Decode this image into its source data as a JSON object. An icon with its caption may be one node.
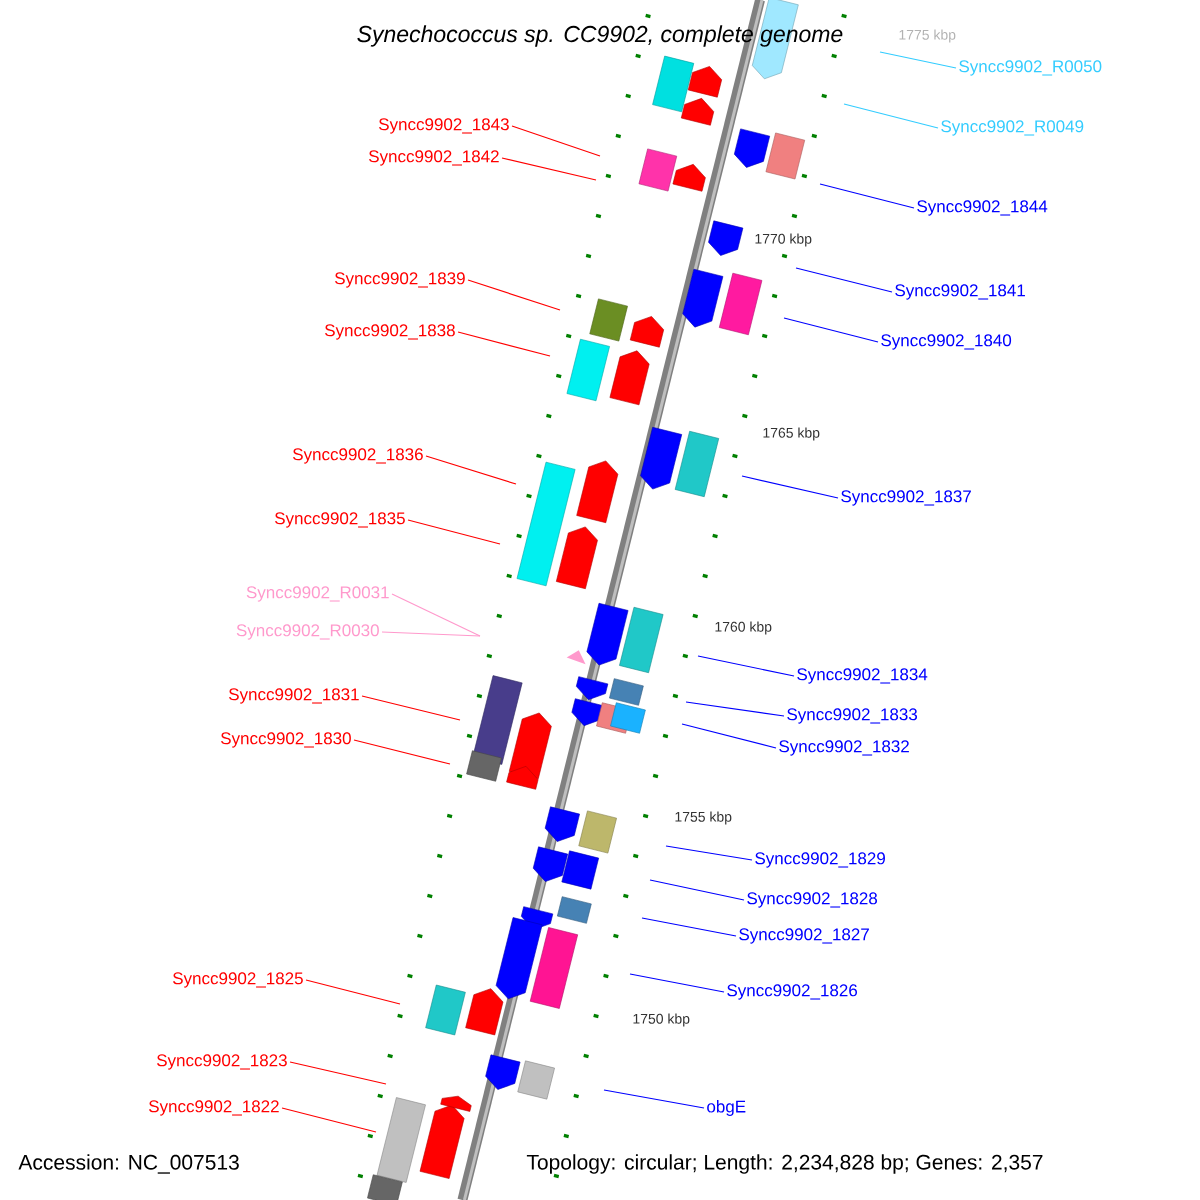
{
  "diagram": {
    "title": "Synechococcus sp. CC9902, complete genome",
    "nodes": [
      {
        "text": [
          "Syncc9902_R0050"
        ]
      },
      {
        "text": [
          "Syncc9902_1843"
        ]
      },
      {
        "text": [
          "Syncc9902_R0049"
        ]
      },
      {
        "text": [
          "Syncc9902_1842"
        ]
      },
      {
        "text": [
          "Syncc9902_1844"
        ]
      },
      {
        "text": [
          "Syncc9902_1839"
        ]
      },
      {
        "text": [
          "Syncc9902_1841"
        ]
      },
      {
        "text": [
          "Syncc9902_1838"
        ]
      },
      {
        "text": [
          "Syncc9902_1840"
        ]
      },
      {
        "text": [
          "Syncc9902_1836"
        ]
      },
      {
        "text": [
          "Syncc9902_1837"
        ]
      },
      {
        "text": [
          "Syncc9902_1835"
        ]
      },
      {
        "text": [
          "Syncc9902_R0031"
        ]
      },
      {
        "text": [
          "Syncc9902_R0030"
        ]
      },
      {
        "text": [
          "Syncc9902_1834"
        ]
      },
      {
        "text": [
          "Syncc9902_1831"
        ]
      },
      {
        "text": [
          "Syncc9902_1833"
        ]
      },
      {
        "text": [
          "Syncc9902_1830"
        ]
      },
      {
        "text": [
          "Syncc9902_1832"
        ]
      },
      {
        "text": [
          "Syncc9902_1829"
        ]
      },
      {
        "text": [
          "Syncc9902_1828"
        ]
      },
      {
        "text": [
          "Syncc9902_1827"
        ]
      },
      {
        "text": [
          "Syncc9902_1825"
        ]
      },
      {
        "text": [
          "Syncc9902_1826"
        ]
      },
      {
        "text": [
          "Syncc9902_1823"
        ]
      },
      {
        "text": [
          "Syncc9902_1822"
        ]
      },
      {
        "text": [
          "obgE"
        ]
      }
    ],
    "edges": [
      {
        "from": 0,
        "to": null,
        "arrow": "none",
        "color": "#33ccff"
      },
      {
        "from": 1,
        "to": null,
        "arrow": "none",
        "color": "#ff0000"
      },
      {
        "from": 2,
        "to": null,
        "arrow": "none",
        "color": "#33ccff"
      },
      {
        "from": 3,
        "to": null,
        "arrow": "none",
        "color": "#ff0000"
      },
      {
        "from": 4,
        "to": null,
        "arrow": "none"
      },
      {
        "from": 5,
        "to": null,
        "arrow": "none",
        "color": "#ff0000"
      },
      {
        "from": 6,
        "to": null,
        "arrow": "none"
      },
      {
        "from": 7,
        "to": null,
        "arrow": "none",
        "color": "#ff0000"
      },
      {
        "from": 8,
        "to": null,
        "arrow": "none"
      },
      {
        "from": 9,
        "to": null,
        "arrow": "none",
        "color": "#ff0000"
      },
      {
        "from": 10,
        "to": null,
        "arrow": "none"
      },
      {
        "from": 11,
        "to": null,
        "arrow": "none",
        "color": "#ff0000"
      },
      {
        "from": 12,
        "to": null,
        "arrow": "none",
        "color": "#ff99cc"
      },
      {
        "from": 13,
        "to": null,
        "arrow": "none",
        "color": "#ff99cc"
      },
      {
        "from": 14,
        "to": null,
        "arrow": "none"
      },
      {
        "from": 15,
        "to": null,
        "arrow": "none",
        "color": "#ff0000"
      },
      {
        "from": 16,
        "to": null,
        "arrow": "none"
      },
      {
        "from": 17,
        "to": null,
        "arrow": "none",
        "color": "#ff0000"
      },
      {
        "from": 18,
        "to": null,
        "arrow": "none"
      },
      {
        "from": 19,
        "to": null,
        "arrow": "none"
      },
      {
        "from": 20,
        "to": null,
        "arrow": "none"
      },
      {
        "from": 21,
        "to": null,
        "arrow": "none"
      },
      {
        "from": 22,
        "to": null,
        "arrow": "none",
        "color": "#ff0000"
      },
      {
        "from": 23,
        "to": null,
        "arrow": "none"
      },
      {
        "from": 24,
        "to": null,
        "arrow": "none",
        "color": "#ff0000"
      },
      {
        "from": 25,
        "to": null,
        "arrow": "none",
        "color": "#ff0000"
      },
      {
        "from": 26,
        "to": null,
        "arrow": "none"
      }
    ],
    "labels": [
      "1775 kbp",
      "1770 kbp",
      "1765 kbp",
      "1760 kbp",
      "1755 kbp",
      "1750 kbp",
      "Accession: NC_007513",
      "Topology: circular; Length: 2,234,828 bp; Genes: 2,357"
    ]
  }
}
